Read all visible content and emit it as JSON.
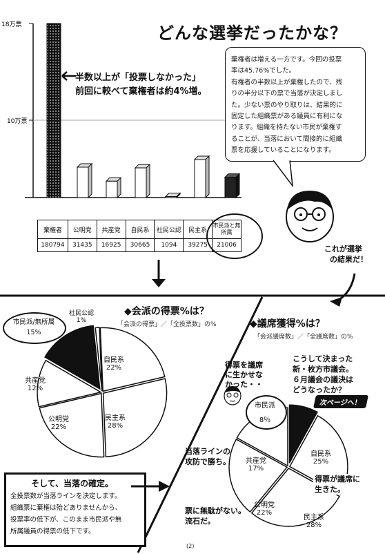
{
  "header": {
    "title": "どんな選挙だったかな？"
  },
  "bar_chart": {
    "y_ticks": [
      "18万票",
      "10万票"
    ],
    "annotation_line1": "半数以上が「投票しなかった」",
    "annotation_line2": "前回に較べて棄権者は約4%増。"
  },
  "explanation": {
    "lines": [
      "棄権者は増える一方です。今回の投票",
      "率は45.76%でした。",
      "有権者の半数以上が棄権したので、残",
      "りの半分以下の票で当落が決定しまし",
      "た。少ない票のやり取りは、結果的に",
      "固定した組織票がある議員に有利にな",
      "ります。組織を持たない市民が棄権す",
      "ることが、当落において間接的に組織",
      "票を応援していることになります。"
    ]
  },
  "character": {
    "caption_line1": "これが選挙",
    "caption_line2": "の結果だ！"
  },
  "vote_table": {
    "headers": [
      "棄権者",
      "公明党",
      "共産党",
      "自民系",
      "社民公認",
      "民主系",
      "市民派と無所属"
    ],
    "values": [
      "180794",
      "31435",
      "16925",
      "30665",
      "1094",
      "39275",
      "21006"
    ]
  },
  "chart_data": [
    {
      "type": "bar",
      "categories": [
        "棄権者",
        "公明党",
        "共産党",
        "自民系",
        "社民公認",
        "民主系",
        "市民派と無所属"
      ],
      "values": [
        180794,
        31435,
        16925,
        30665,
        1094,
        39275,
        21006
      ],
      "title": "",
      "ylabel": "",
      "ylim": [
        0,
        180000
      ]
    },
    {
      "type": "pie",
      "title": "◆会派の得票%は？",
      "subtitle": "「会派の得票」／「全投票数」の%",
      "labels": [
        "市民派/無所属",
        "社民公認",
        "自民系",
        "民主系",
        "公明党",
        "共産党"
      ],
      "values": [
        15,
        1,
        22,
        28,
        22,
        12
      ]
    },
    {
      "type": "pie",
      "title": "◆議席獲得%は？",
      "subtitle": "「会派議席数」／「全議席数」の%",
      "labels": [
        "市民派",
        "自民系",
        "民主系",
        "公明党",
        "共産党"
      ],
      "values": [
        8,
        25,
        28,
        22,
        17
      ]
    }
  ],
  "pie1": {
    "title": "◆会派の得票%は？",
    "subtitle": "「会派の得票」／「全投票数」の%",
    "labels": [
      {
        "name": "市民派/無所属",
        "pct": "15%"
      },
      {
        "name": "社民公認",
        "pct": "1%"
      },
      {
        "name": "自民系",
        "pct": "22%"
      },
      {
        "name": "民主系",
        "pct": "28%"
      },
      {
        "name": "公明党",
        "pct": "22%"
      },
      {
        "name": "共産党",
        "pct": "12%"
      }
    ]
  },
  "pie2": {
    "title": "◆議席獲得%は？",
    "subtitle": "「会派議席数」／「全議席数」の%",
    "labels": [
      {
        "name": "市民派",
        "pct": "8％"
      },
      {
        "name": "自民系",
        "pct": "25%"
      },
      {
        "name": "民主系",
        "pct": "28%"
      },
      {
        "name": "公明党",
        "pct": "22%"
      },
      {
        "name": "共産党",
        "pct": "17%"
      }
    ]
  },
  "callouts": {
    "council": [
      "こうして決まった",
      "新・枚方市議会。",
      "６月議会の議決は",
      "どうなったか？"
    ],
    "next_page": "次ページへ！",
    "wasted": [
      "得票を議席",
      "に生かせな",
      "かった・・"
    ],
    "defense": [
      "当落ラインの",
      "攻防で勝ち。"
    ],
    "seats": [
      "得票が議席に",
      "生きた。"
    ],
    "no_waste": [
      "票に無駄がない。",
      "流石だ。"
    ]
  },
  "conclusion": {
    "title": "そして、当落の確定。",
    "lines": [
      "全投票数が当落ラインを決定します。",
      "組織票に棄権は殆どありませんから、",
      "投票率の低下が、このまま市民派や無",
      "所属議員の得票の低下です。"
    ]
  },
  "footer": {
    "page_number": "(2)"
  }
}
